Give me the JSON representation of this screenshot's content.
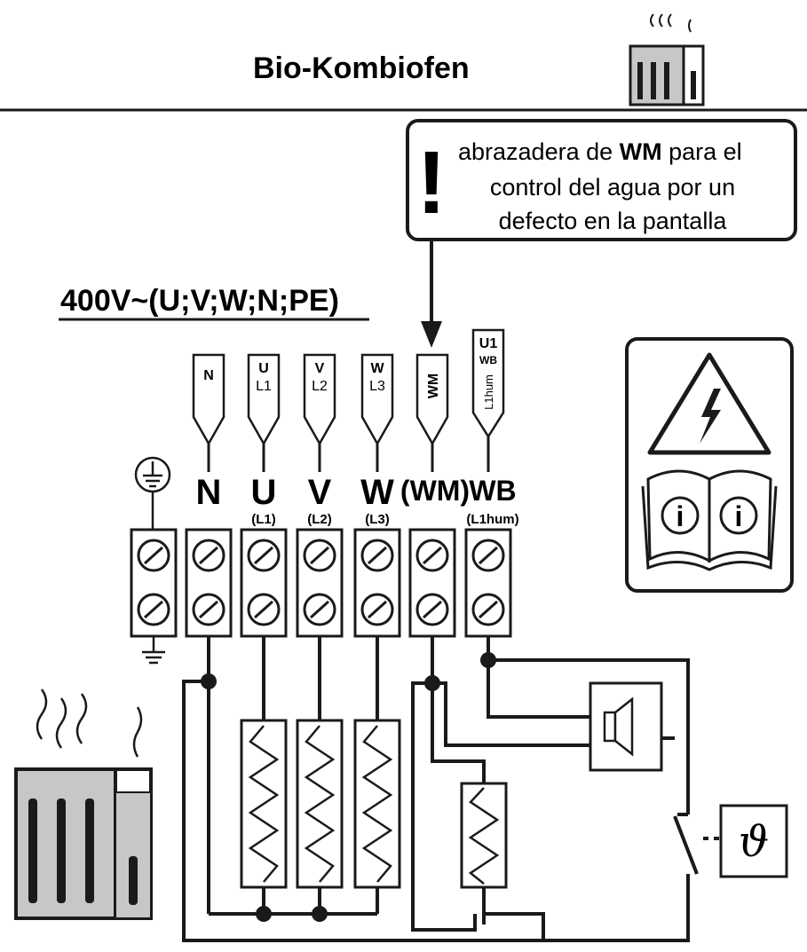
{
  "title": "Bio-Kombiofen",
  "note": {
    "line1_pre": "abrazadera de ",
    "line1_bold": "WM",
    "line1_post": " para el",
    "line2": "control del agua por un",
    "line3": "defecto en la pantalla",
    "mark": "!"
  },
  "supply_label": "400V~(U;V;W;N;PE)",
  "cable_tags": {
    "n": "N",
    "u_top": "U",
    "u_bottom": "L1",
    "v_top": "V",
    "v_bottom": "L2",
    "w_top": "W",
    "w_bottom": "L3",
    "wm": "WM",
    "wb_top": "U1",
    "wb_mid": "WB",
    "wb_bottom": "L1hum"
  },
  "terminal_labels": {
    "n": "N",
    "u": "U",
    "v": "V",
    "w": "W",
    "wm": "(WM)",
    "wb": "WB"
  },
  "terminal_sublabels": {
    "u": "(L1)",
    "v": "(L2)",
    "w": "(L3)",
    "wb": "(L1hum)"
  },
  "symbols": {
    "warning_icon": "lightning-warning-icon",
    "manual_icon": "open-manual-info-icon",
    "thermostat_glyph": "ϑ",
    "info_glyph": "i"
  },
  "colors": {
    "line": "#1a1a1a",
    "stove_fill": "#c7c7c7"
  }
}
